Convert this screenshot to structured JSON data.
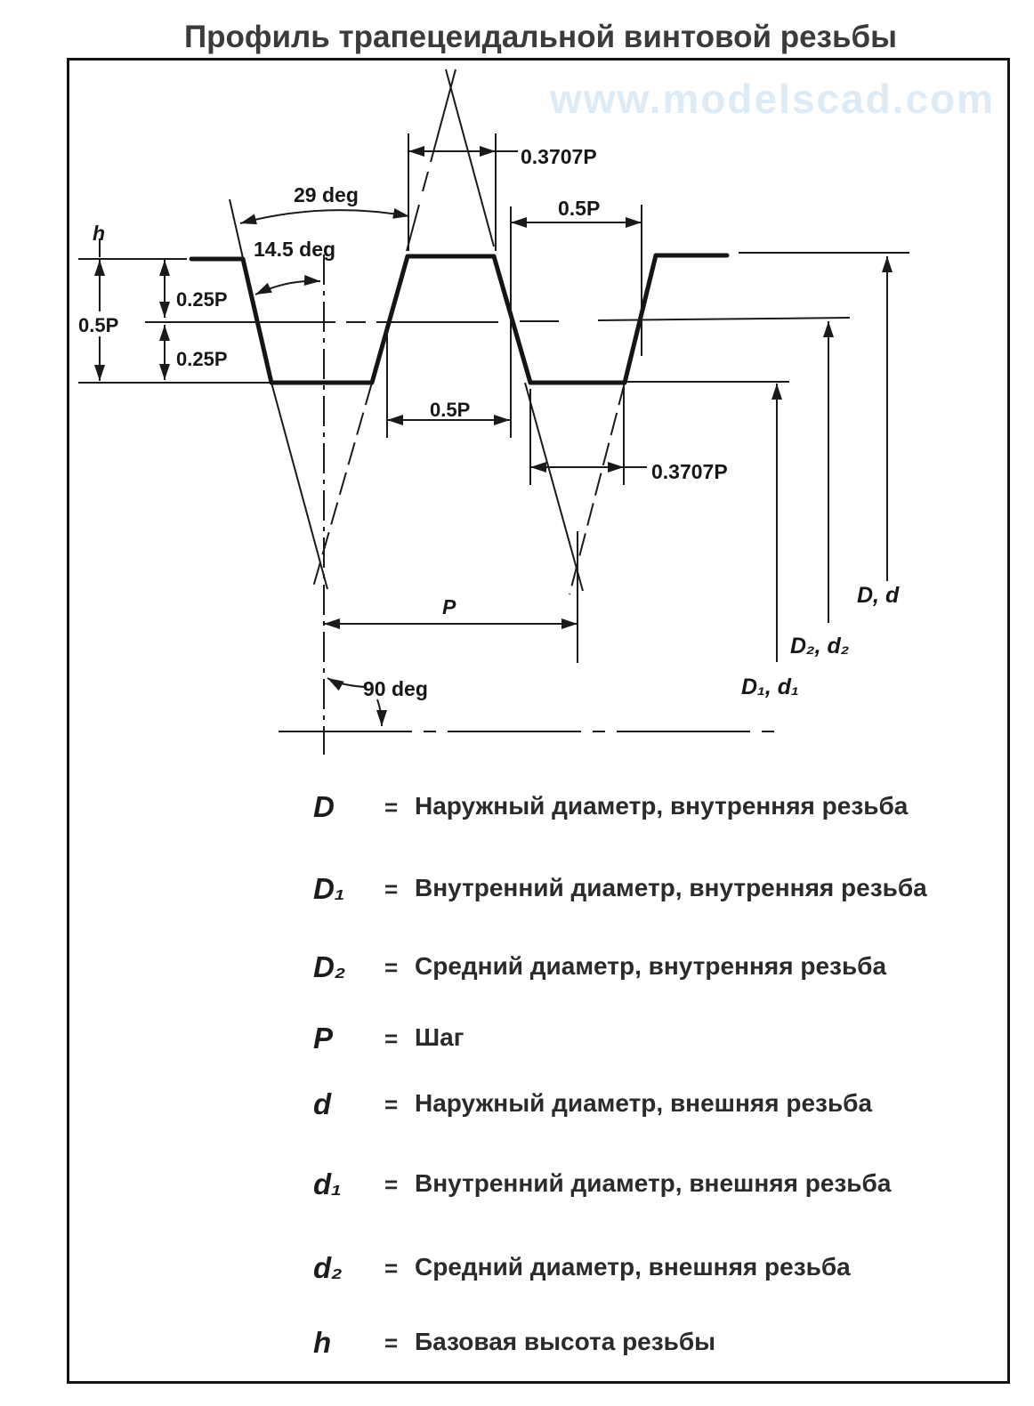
{
  "title": "Профиль трапецеидальной винтовой резьбы",
  "watermark": "www.modelscad.com",
  "colors": {
    "line": "#1a1a1a",
    "text": "#2b2b2b",
    "title_text": "#3b3b3b",
    "watermark_text": "#ddebf6",
    "background": "#ffffff"
  },
  "diagram": {
    "labels": {
      "p03707_top": "0.3707P",
      "p03707_bottom": "0.3707P",
      "p05_top": "0.5P",
      "p05_mid": "0.5P",
      "p05_left": "0.5P",
      "p025_upper": "0.25P",
      "p025_lower": "0.25P",
      "angle_29": "29 deg",
      "angle_145": "14.5 deg",
      "angle_90": "90 deg",
      "h": "h",
      "pitch": "P",
      "dia_outer": "D, d",
      "dia_mean": "D₂, d₂",
      "dia_inner": "D₁, d₁"
    }
  },
  "legend": {
    "rows": [
      {
        "symbol": "D",
        "equals": "=",
        "label": "Наружный диаметр, внутренняя резьба"
      },
      {
        "symbol": "D₁",
        "equals": "=",
        "label": "Внутренний диаметр, внутренняя резьба"
      },
      {
        "symbol": "D₂",
        "equals": "=",
        "label": "Средний диаметр, внутренняя резьба"
      },
      {
        "symbol": "P",
        "equals": "=",
        "label": "Шаг"
      },
      {
        "symbol": "d",
        "equals": "=",
        "label": "Наружный диаметр, внешняя резьба"
      },
      {
        "symbol": "d₁",
        "equals": "=",
        "label": "Внутренний диаметр, внешняя резьба"
      },
      {
        "symbol": "d₂",
        "equals": "=",
        "label": "Средний диаметр, внешняя резьба"
      },
      {
        "symbol": "h",
        "equals": "=",
        "label": "Базовая высота резьбы"
      }
    ]
  }
}
